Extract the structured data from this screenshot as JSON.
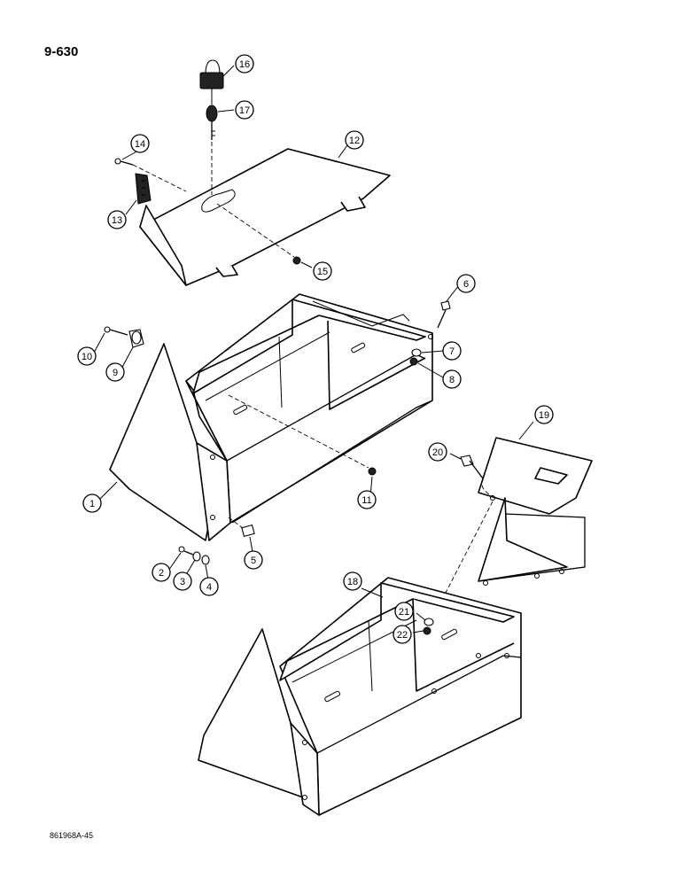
{
  "page_number": "9-630",
  "figure_id": "861968A-45",
  "callouts": [
    {
      "label": "1"
    },
    {
      "label": "2"
    },
    {
      "label": "3"
    },
    {
      "label": "4"
    },
    {
      "label": "5"
    },
    {
      "label": "6"
    },
    {
      "label": "7"
    },
    {
      "label": "8"
    },
    {
      "label": "9"
    },
    {
      "label": "10"
    },
    {
      "label": "11"
    },
    {
      "label": "12"
    },
    {
      "label": "13"
    },
    {
      "label": "14"
    },
    {
      "label": "15"
    },
    {
      "label": "16"
    },
    {
      "label": "17"
    },
    {
      "label": "18"
    },
    {
      "label": "19"
    },
    {
      "label": "20"
    },
    {
      "label": "21"
    },
    {
      "label": "22"
    }
  ]
}
